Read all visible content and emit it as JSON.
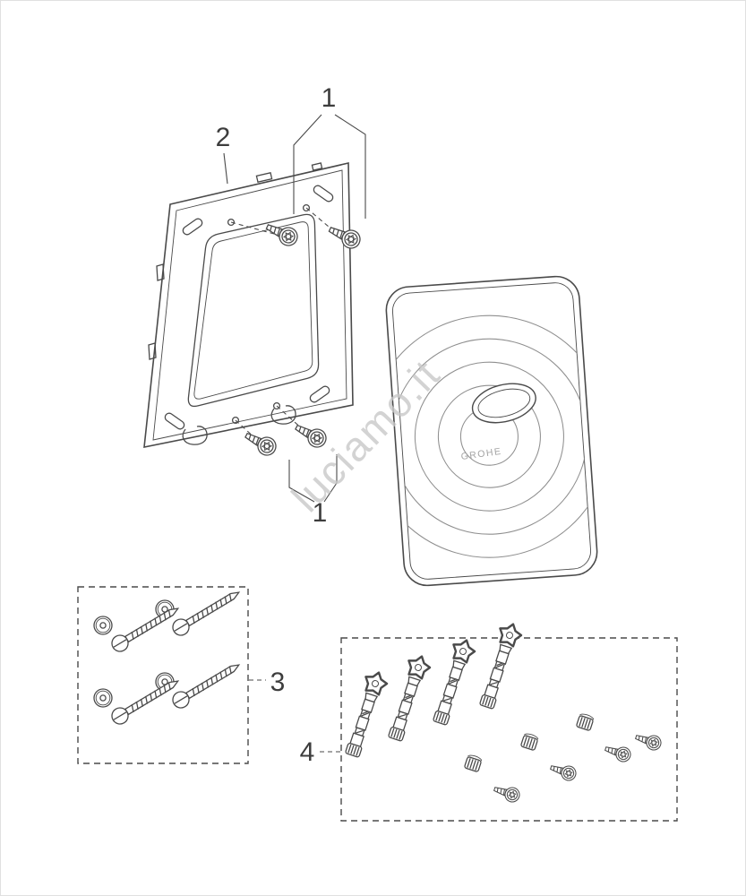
{
  "diagram": {
    "watermark": "luciamo.it",
    "labels": {
      "part1": "1",
      "part2": "2",
      "part3": "3",
      "part4": "4"
    },
    "plate": {
      "logo": "GROHE"
    },
    "colors": {
      "line": "#4a4a4a",
      "ring": "#8f8f8f",
      "watermark": "#c9c9c9"
    }
  }
}
